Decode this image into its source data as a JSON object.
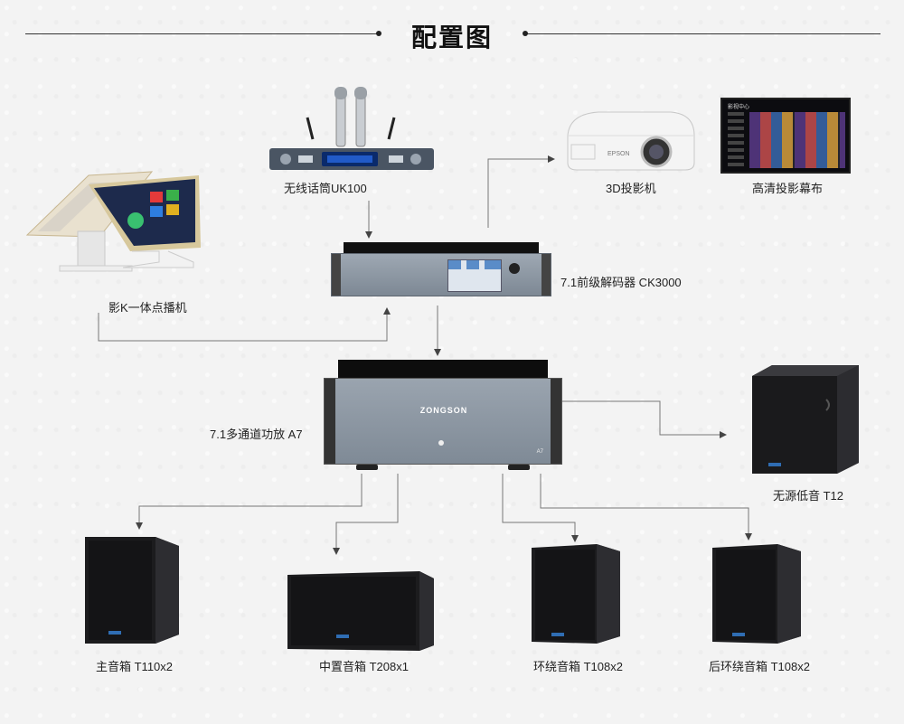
{
  "title": "配置图",
  "devices": {
    "mic": {
      "label": "无线话筒UK100"
    },
    "projector": {
      "label": "3D投影机",
      "brand": "EPSON"
    },
    "screen": {
      "label": "高清投影幕布",
      "header": "影视中心"
    },
    "player": {
      "label": "影K一体点播机"
    },
    "decoder": {
      "label": "7.1前级解码器 CK3000"
    },
    "amplifier": {
      "label": "7.1多通道功放 A7",
      "brand": "ZONGSON",
      "model": "A7"
    },
    "subwoofer": {
      "label": "无源低音 T12"
    },
    "main_speaker": {
      "label": "主音箱 T110x2"
    },
    "center_speaker": {
      "label": "中置音箱 T208x1"
    },
    "surround_speaker": {
      "label": "环绕音箱 T108x2"
    },
    "rear_surround_speaker": {
      "label": "后环绕音箱 T108x2"
    }
  },
  "colors": {
    "accent": "#222222",
    "panel": "#8f9aa6",
    "speaker": "#1d1d1f",
    "badge": "#2f6db3"
  }
}
